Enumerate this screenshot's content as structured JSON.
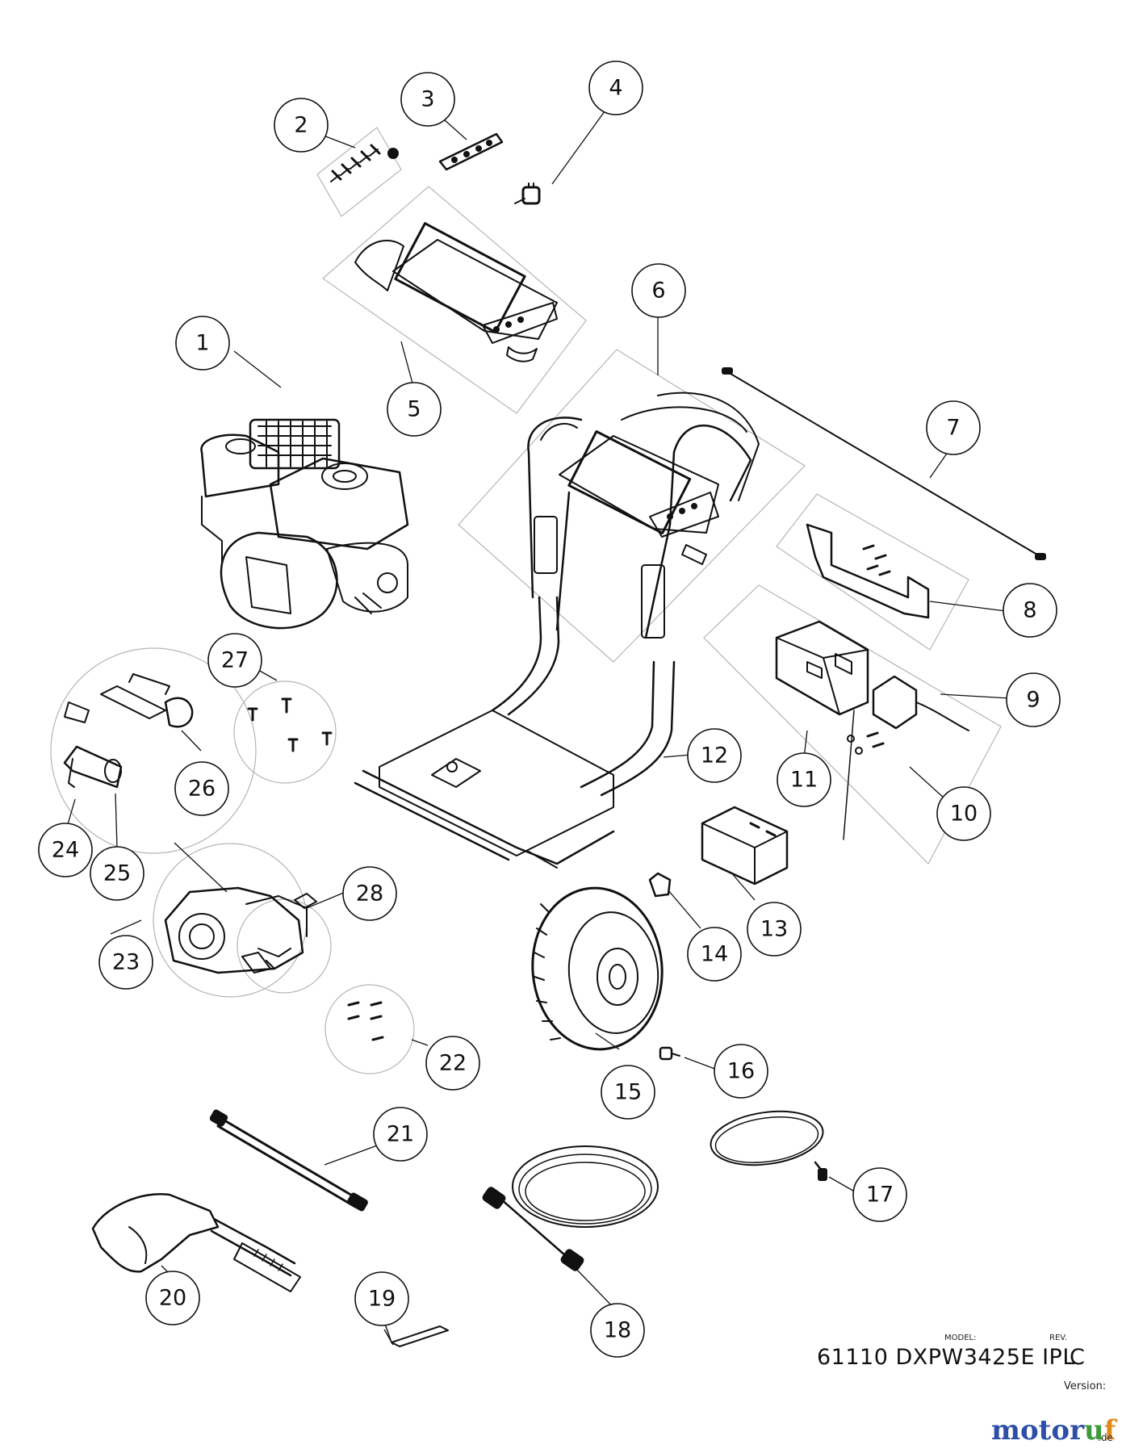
{
  "callouts": [
    "1",
    "2",
    "3",
    "4",
    "5",
    "6",
    "7",
    "8",
    "9",
    "10",
    "11",
    "12",
    "13",
    "14",
    "15",
    "16",
    "17",
    "18",
    "19",
    "20",
    "21",
    "22",
    "23",
    "24",
    "25",
    "26",
    "27",
    "28"
  ],
  "title_block": {
    "model_label": "MODEL:",
    "rev_label": "REV.",
    "title": "61110 DXPW3425E IPL",
    "rev": "C",
    "version_label": "Version:"
  },
  "watermark": {
    "brand": "motoruf",
    "domain": ".de"
  },
  "colors": {
    "line": "#111111",
    "group_box": "#b5b5b5",
    "wm_blue": "#2e4fa8",
    "wm_green": "#3f9a3a",
    "wm_orange": "#e08a1c"
  }
}
